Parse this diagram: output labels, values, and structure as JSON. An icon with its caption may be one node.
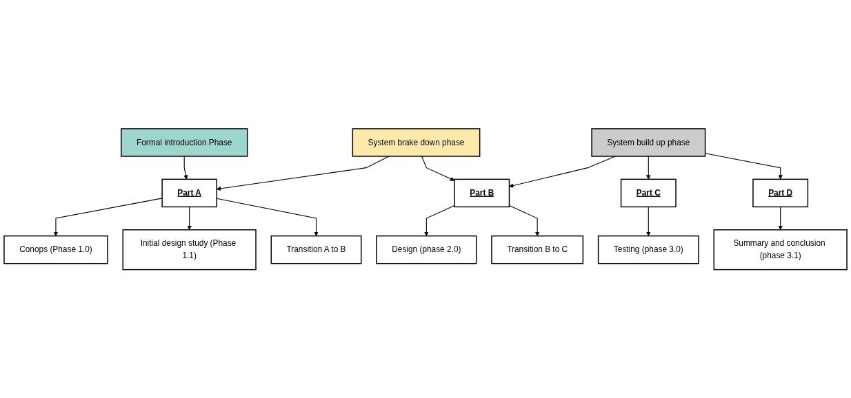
{
  "diagram": {
    "nodes": [
      {
        "text": [
          "Formal introduction Phase"
        ]
      },
      {
        "text": [
          "Part D"
        ]
      },
      {
        "text": [
          "Summary and conclusion (phase 3.1)"
        ]
      },
      {
        "text": [
          "Part A"
        ]
      },
      {
        "text": [
          "System brake down phase"
        ]
      },
      {
        "text": [
          "Part B"
        ]
      },
      {
        "text": [
          "System build up phase"
        ]
      },
      {
        "text": [
          "Part C"
        ]
      },
      {
        "text": [
          "Conops (Phase 1.0)"
        ]
      },
      {
        "text": [
          "Initial design study (Phase 1.1)"
        ]
      },
      {
        "text": [
          "Transition A to B"
        ]
      },
      {
        "text": [
          "Design (phase 2.0)"
        ]
      },
      {
        "text": [
          "Transition B to C"
        ]
      },
      {
        "text": [
          "Testing (phase 3.0)"
        ]
      }
    ],
    "edges": [
      {
        "from": 0,
        "to": 3,
        "arrow": "to"
      },
      {
        "from": 4,
        "to": 3,
        "arrow": "to"
      },
      {
        "from": 4,
        "to": 5,
        "arrow": "to"
      },
      {
        "from": 6,
        "to": 5,
        "arrow": "to"
      },
      {
        "from": 6,
        "to": 7,
        "arrow": "to"
      },
      {
        "from": 6,
        "to": 1,
        "arrow": "to"
      },
      {
        "from": 1,
        "to": 2,
        "arrow": "to"
      },
      {
        "from": 3,
        "to": 8,
        "arrow": "to"
      },
      {
        "from": 3,
        "to": 9,
        "arrow": "to"
      },
      {
        "from": 3,
        "to": 10,
        "arrow": "to"
      },
      {
        "from": 5,
        "to": 11,
        "arrow": "to"
      },
      {
        "from": 5,
        "to": 12,
        "arrow": "to"
      },
      {
        "from": 7,
        "to": 13,
        "arrow": "to"
      }
    ]
  }
}
